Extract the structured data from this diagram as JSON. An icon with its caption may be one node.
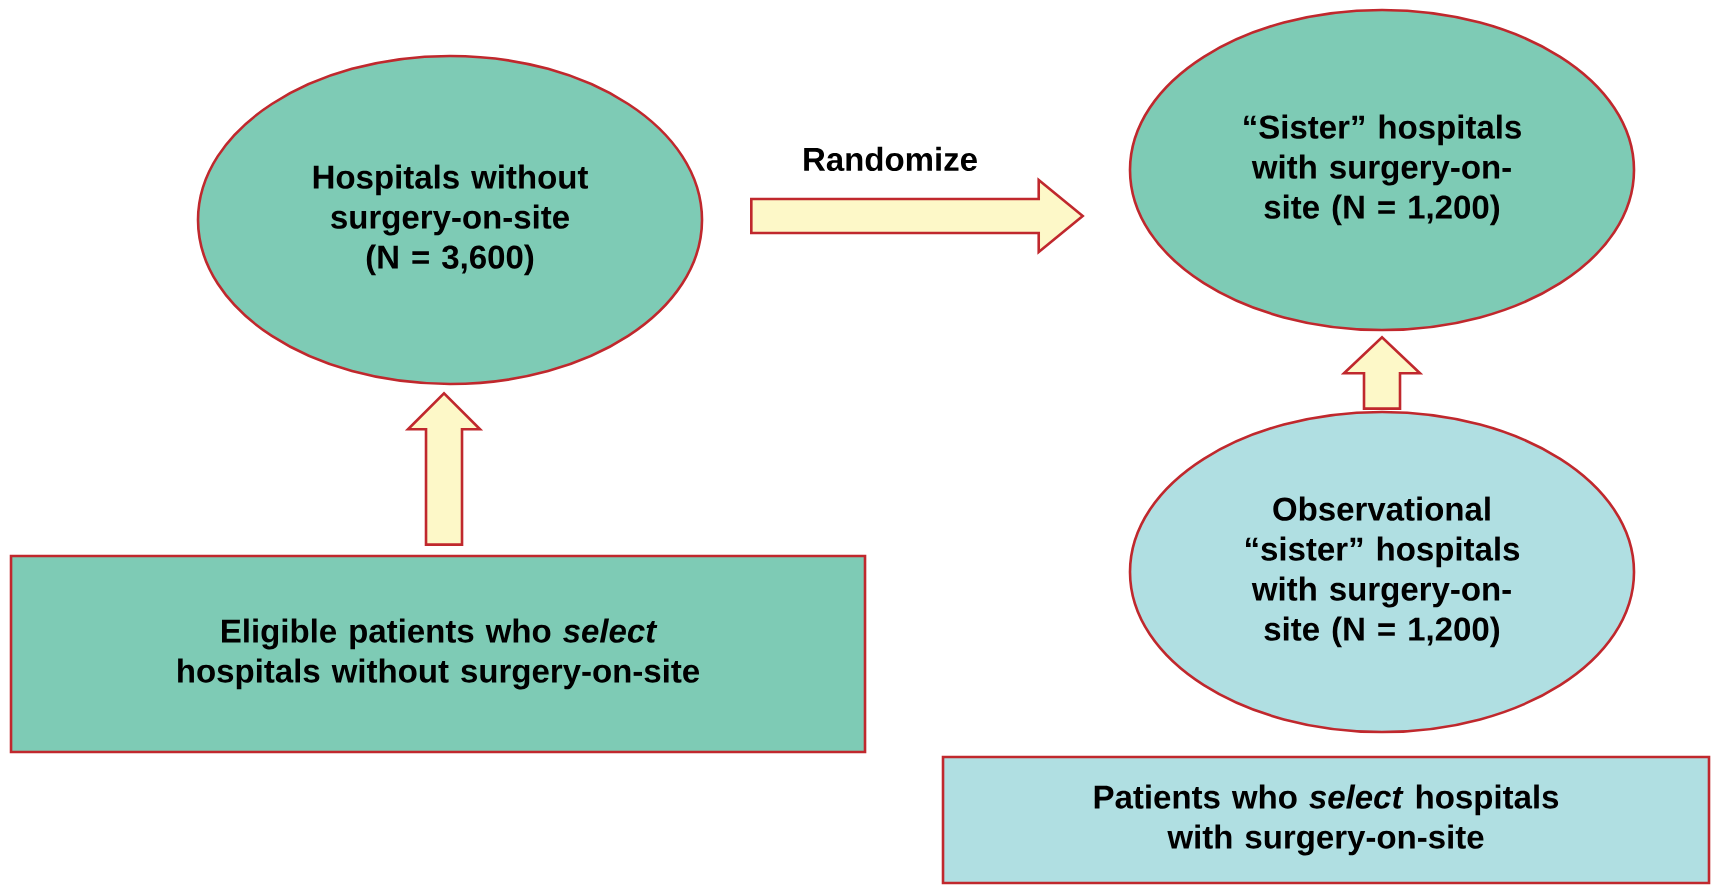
{
  "diagram": {
    "nodes": [
      {
        "text": [
          "Hospitals without surgery-on-site (N = 3,600)"
        ]
      },
      {
        "text": [
          "“Sister” hospitals with surgery-on-site (N = 1,200)"
        ]
      },
      {
        "text": [
          "Eligible patients who *select* hospitals without surgery-on-site"
        ]
      },
      {
        "text": [
          "Observational “sister” hospitals with surgery-on-site (N = 1,200)"
        ]
      },
      {
        "text": [
          "Patients who *select* hospitals with surgery-on-site"
        ]
      }
    ],
    "edges": [
      {
        "from": 0,
        "to": 1,
        "arrow": "to",
        "label": "Randomize"
      },
      {
        "from": 2,
        "to": 0,
        "arrow": "to"
      },
      {
        "from": 3,
        "to": 1,
        "arrow": "to"
      }
    ]
  }
}
